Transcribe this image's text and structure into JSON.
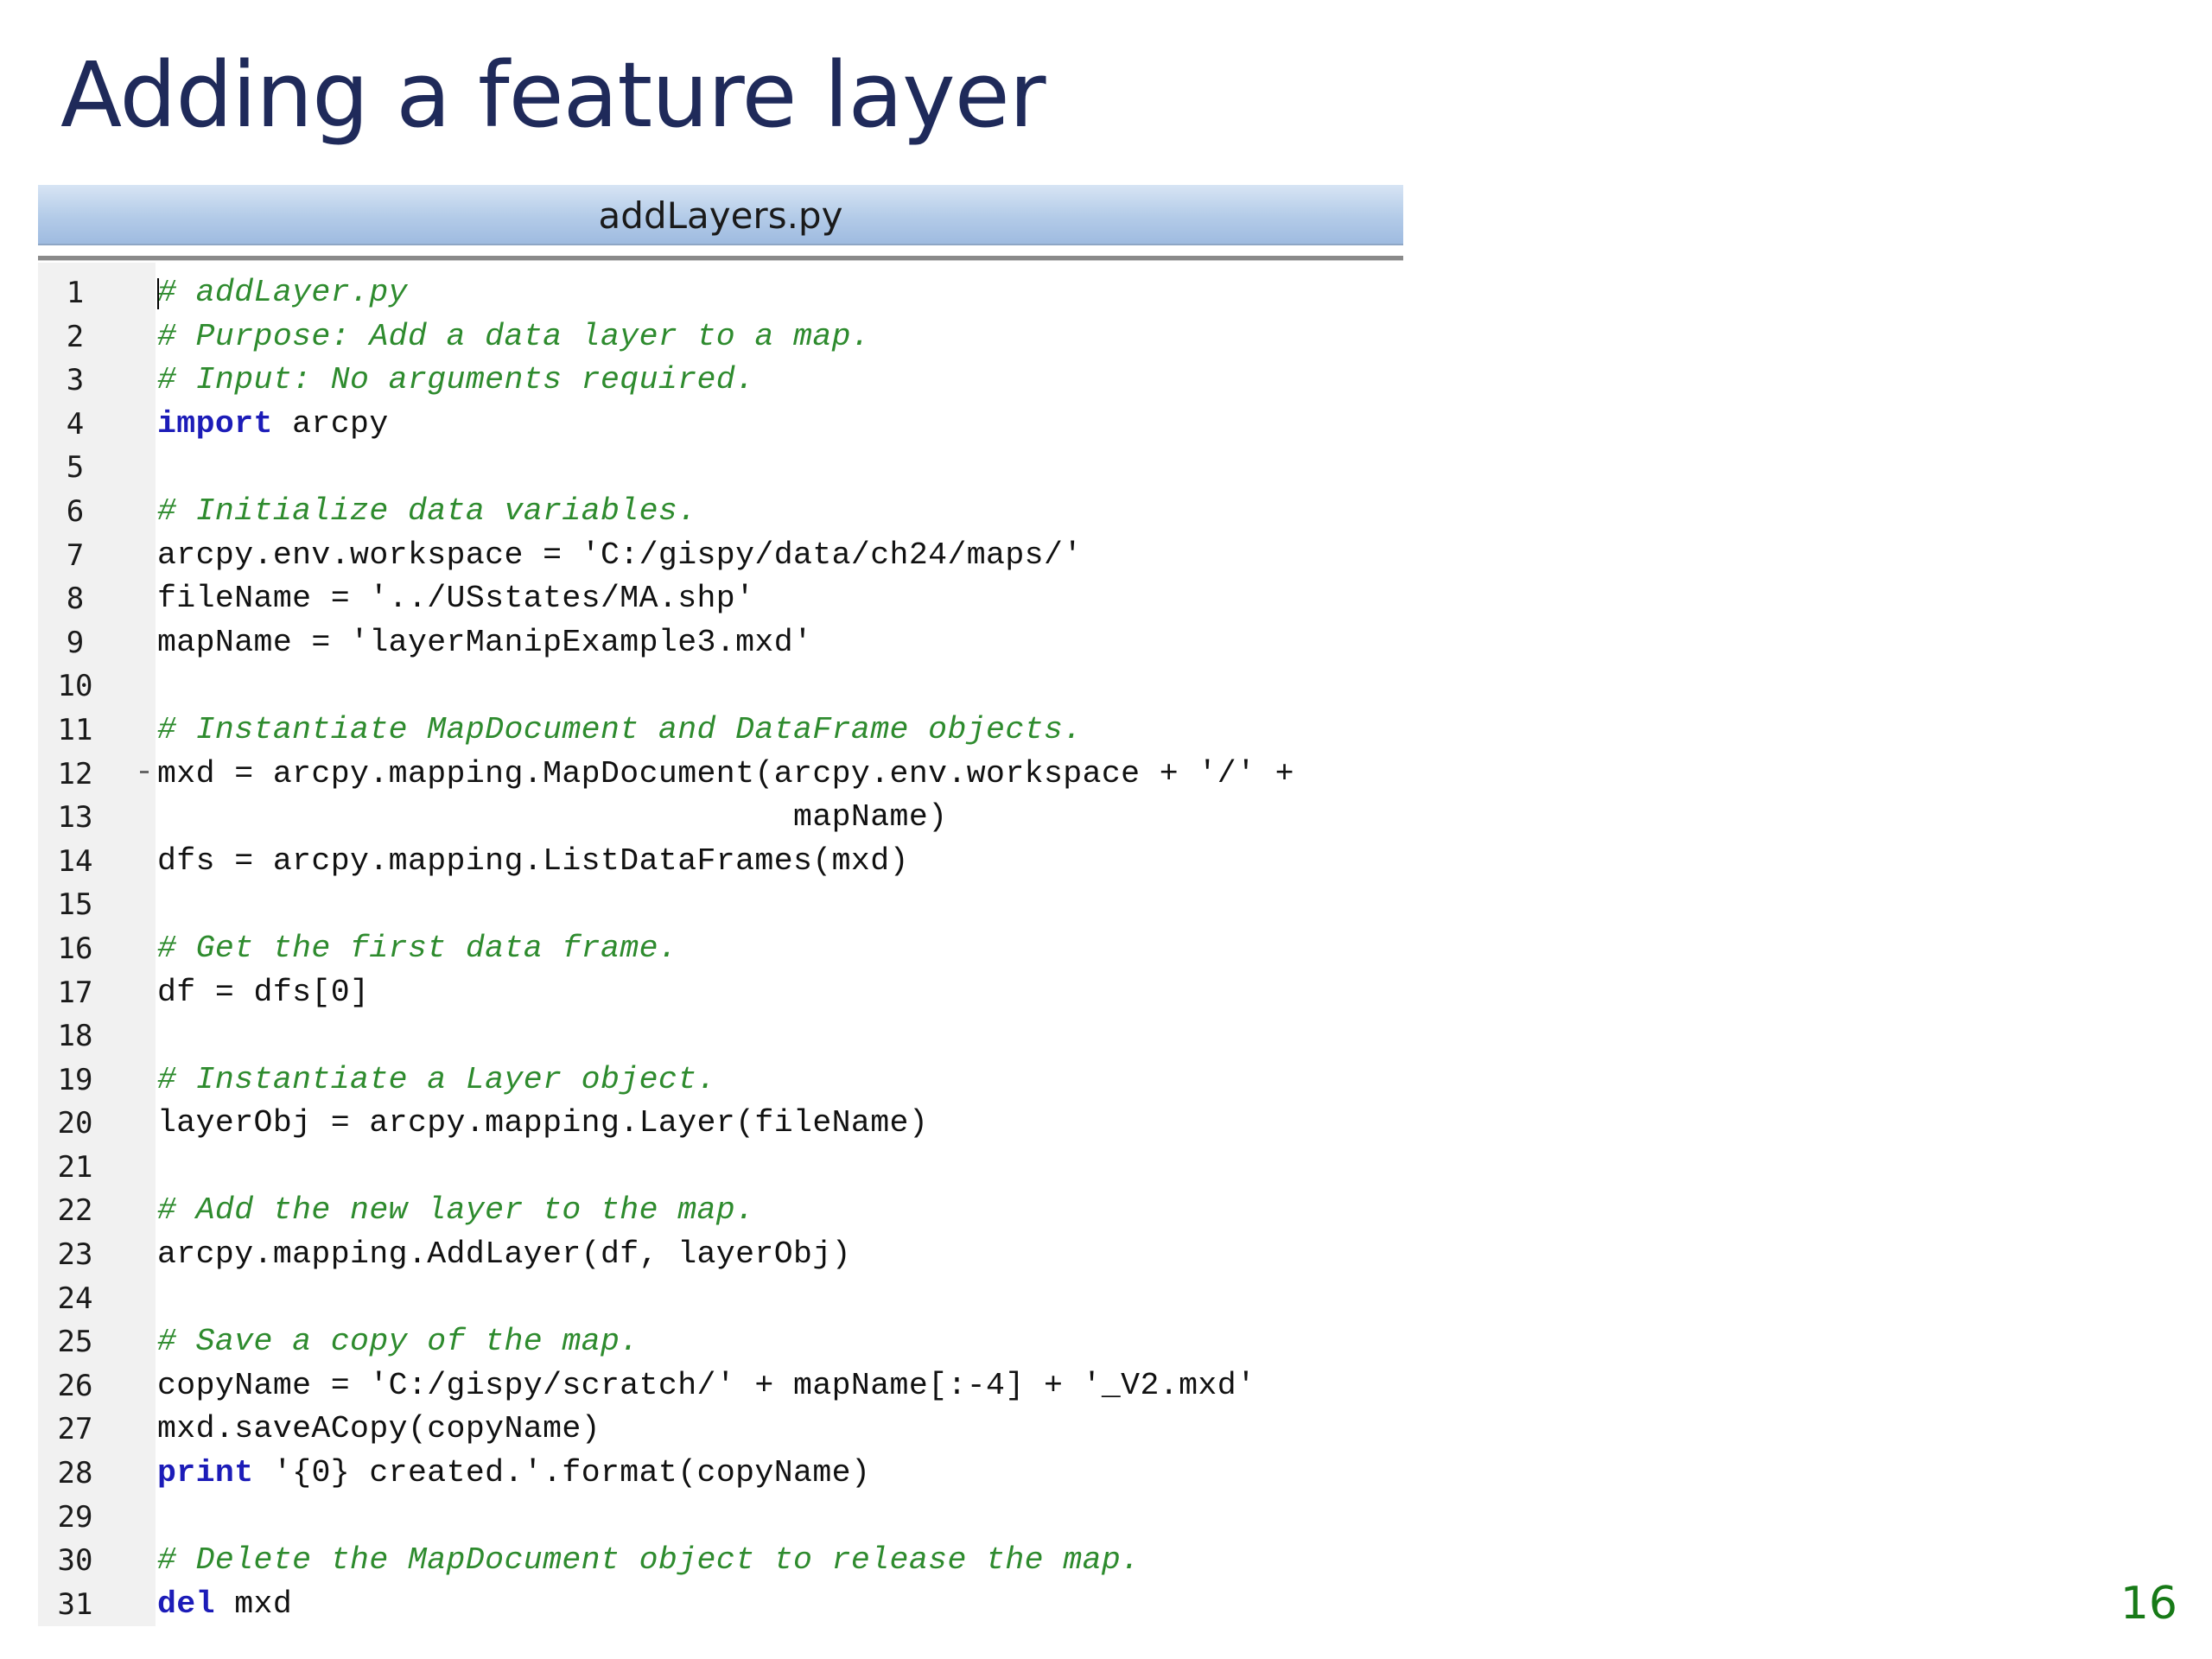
{
  "slide": {
    "title": "Adding a feature layer",
    "page_number": "16"
  },
  "editor": {
    "filename": "addLayers.py",
    "lines": [
      {
        "n": "1",
        "tokens": [
          {
            "t": "comment",
            "s": "# addLayer.py"
          }
        ]
      },
      {
        "n": "2",
        "tokens": [
          {
            "t": "comment",
            "s": "# Purpose: Add a data layer to a map."
          }
        ]
      },
      {
        "n": "3",
        "tokens": [
          {
            "t": "comment",
            "s": "# Input: No arguments required."
          }
        ]
      },
      {
        "n": "4",
        "tokens": [
          {
            "t": "keyword",
            "s": "import"
          },
          {
            "t": "code",
            "s": " arcpy"
          }
        ]
      },
      {
        "n": "5",
        "tokens": []
      },
      {
        "n": "6",
        "tokens": [
          {
            "t": "comment",
            "s": "# Initialize data variables."
          }
        ]
      },
      {
        "n": "7",
        "tokens": [
          {
            "t": "code",
            "s": "arcpy.env.workspace = 'C:/gispy/data/ch24/maps/'"
          }
        ]
      },
      {
        "n": "8",
        "tokens": [
          {
            "t": "code",
            "s": "fileName = '../USstates/MA.shp'"
          }
        ]
      },
      {
        "n": "9",
        "tokens": [
          {
            "t": "code",
            "s": "mapName = 'layerManipExample3.mxd'"
          }
        ]
      },
      {
        "n": "10",
        "tokens": []
      },
      {
        "n": "11",
        "tokens": [
          {
            "t": "comment",
            "s": "# Instantiate MapDocument and DataFrame objects."
          }
        ]
      },
      {
        "n": "12",
        "tokens": [
          {
            "t": "code",
            "s": "mxd = arcpy.mapping.MapDocument(arcpy.env.workspace + '/' +"
          }
        ]
      },
      {
        "n": "13",
        "tokens": [
          {
            "t": "code",
            "s": "                                 mapName)"
          }
        ]
      },
      {
        "n": "14",
        "tokens": [
          {
            "t": "code",
            "s": "dfs = arcpy.mapping.ListDataFrames(mxd)"
          }
        ]
      },
      {
        "n": "15",
        "tokens": []
      },
      {
        "n": "16",
        "tokens": [
          {
            "t": "comment",
            "s": "# Get the first data frame."
          }
        ]
      },
      {
        "n": "17",
        "tokens": [
          {
            "t": "code",
            "s": "df = dfs[0]"
          }
        ]
      },
      {
        "n": "18",
        "tokens": []
      },
      {
        "n": "19",
        "tokens": [
          {
            "t": "comment",
            "s": "# Instantiate a Layer object."
          }
        ]
      },
      {
        "n": "20",
        "tokens": [
          {
            "t": "code",
            "s": "layerObj = arcpy.mapping.Layer(fileName)"
          }
        ]
      },
      {
        "n": "21",
        "tokens": []
      },
      {
        "n": "22",
        "tokens": [
          {
            "t": "comment",
            "s": "# Add the new layer to the map."
          }
        ]
      },
      {
        "n": "23",
        "tokens": [
          {
            "t": "code",
            "s": "arcpy.mapping.AddLayer(df, layerObj)"
          }
        ]
      },
      {
        "n": "24",
        "tokens": []
      },
      {
        "n": "25",
        "tokens": [
          {
            "t": "comment",
            "s": "# Save a copy of the map."
          }
        ]
      },
      {
        "n": "26",
        "tokens": [
          {
            "t": "code",
            "s": "copyName = 'C:/gispy/scratch/' + mapName[:-4] + '_V2.mxd'"
          }
        ]
      },
      {
        "n": "27",
        "tokens": [
          {
            "t": "code",
            "s": "mxd.saveACopy(copyName)"
          }
        ]
      },
      {
        "n": "28",
        "tokens": [
          {
            "t": "keyword",
            "s": "print"
          },
          {
            "t": "code",
            "s": " '{0} created.'.format(copyName)"
          }
        ]
      },
      {
        "n": "29",
        "tokens": []
      },
      {
        "n": "30",
        "tokens": [
          {
            "t": "comment",
            "s": "# Delete the MapDocument object to release the map."
          }
        ]
      },
      {
        "n": "31",
        "tokens": [
          {
            "t": "keyword",
            "s": "del"
          },
          {
            "t": "code",
            "s": " mxd"
          }
        ]
      }
    ]
  }
}
